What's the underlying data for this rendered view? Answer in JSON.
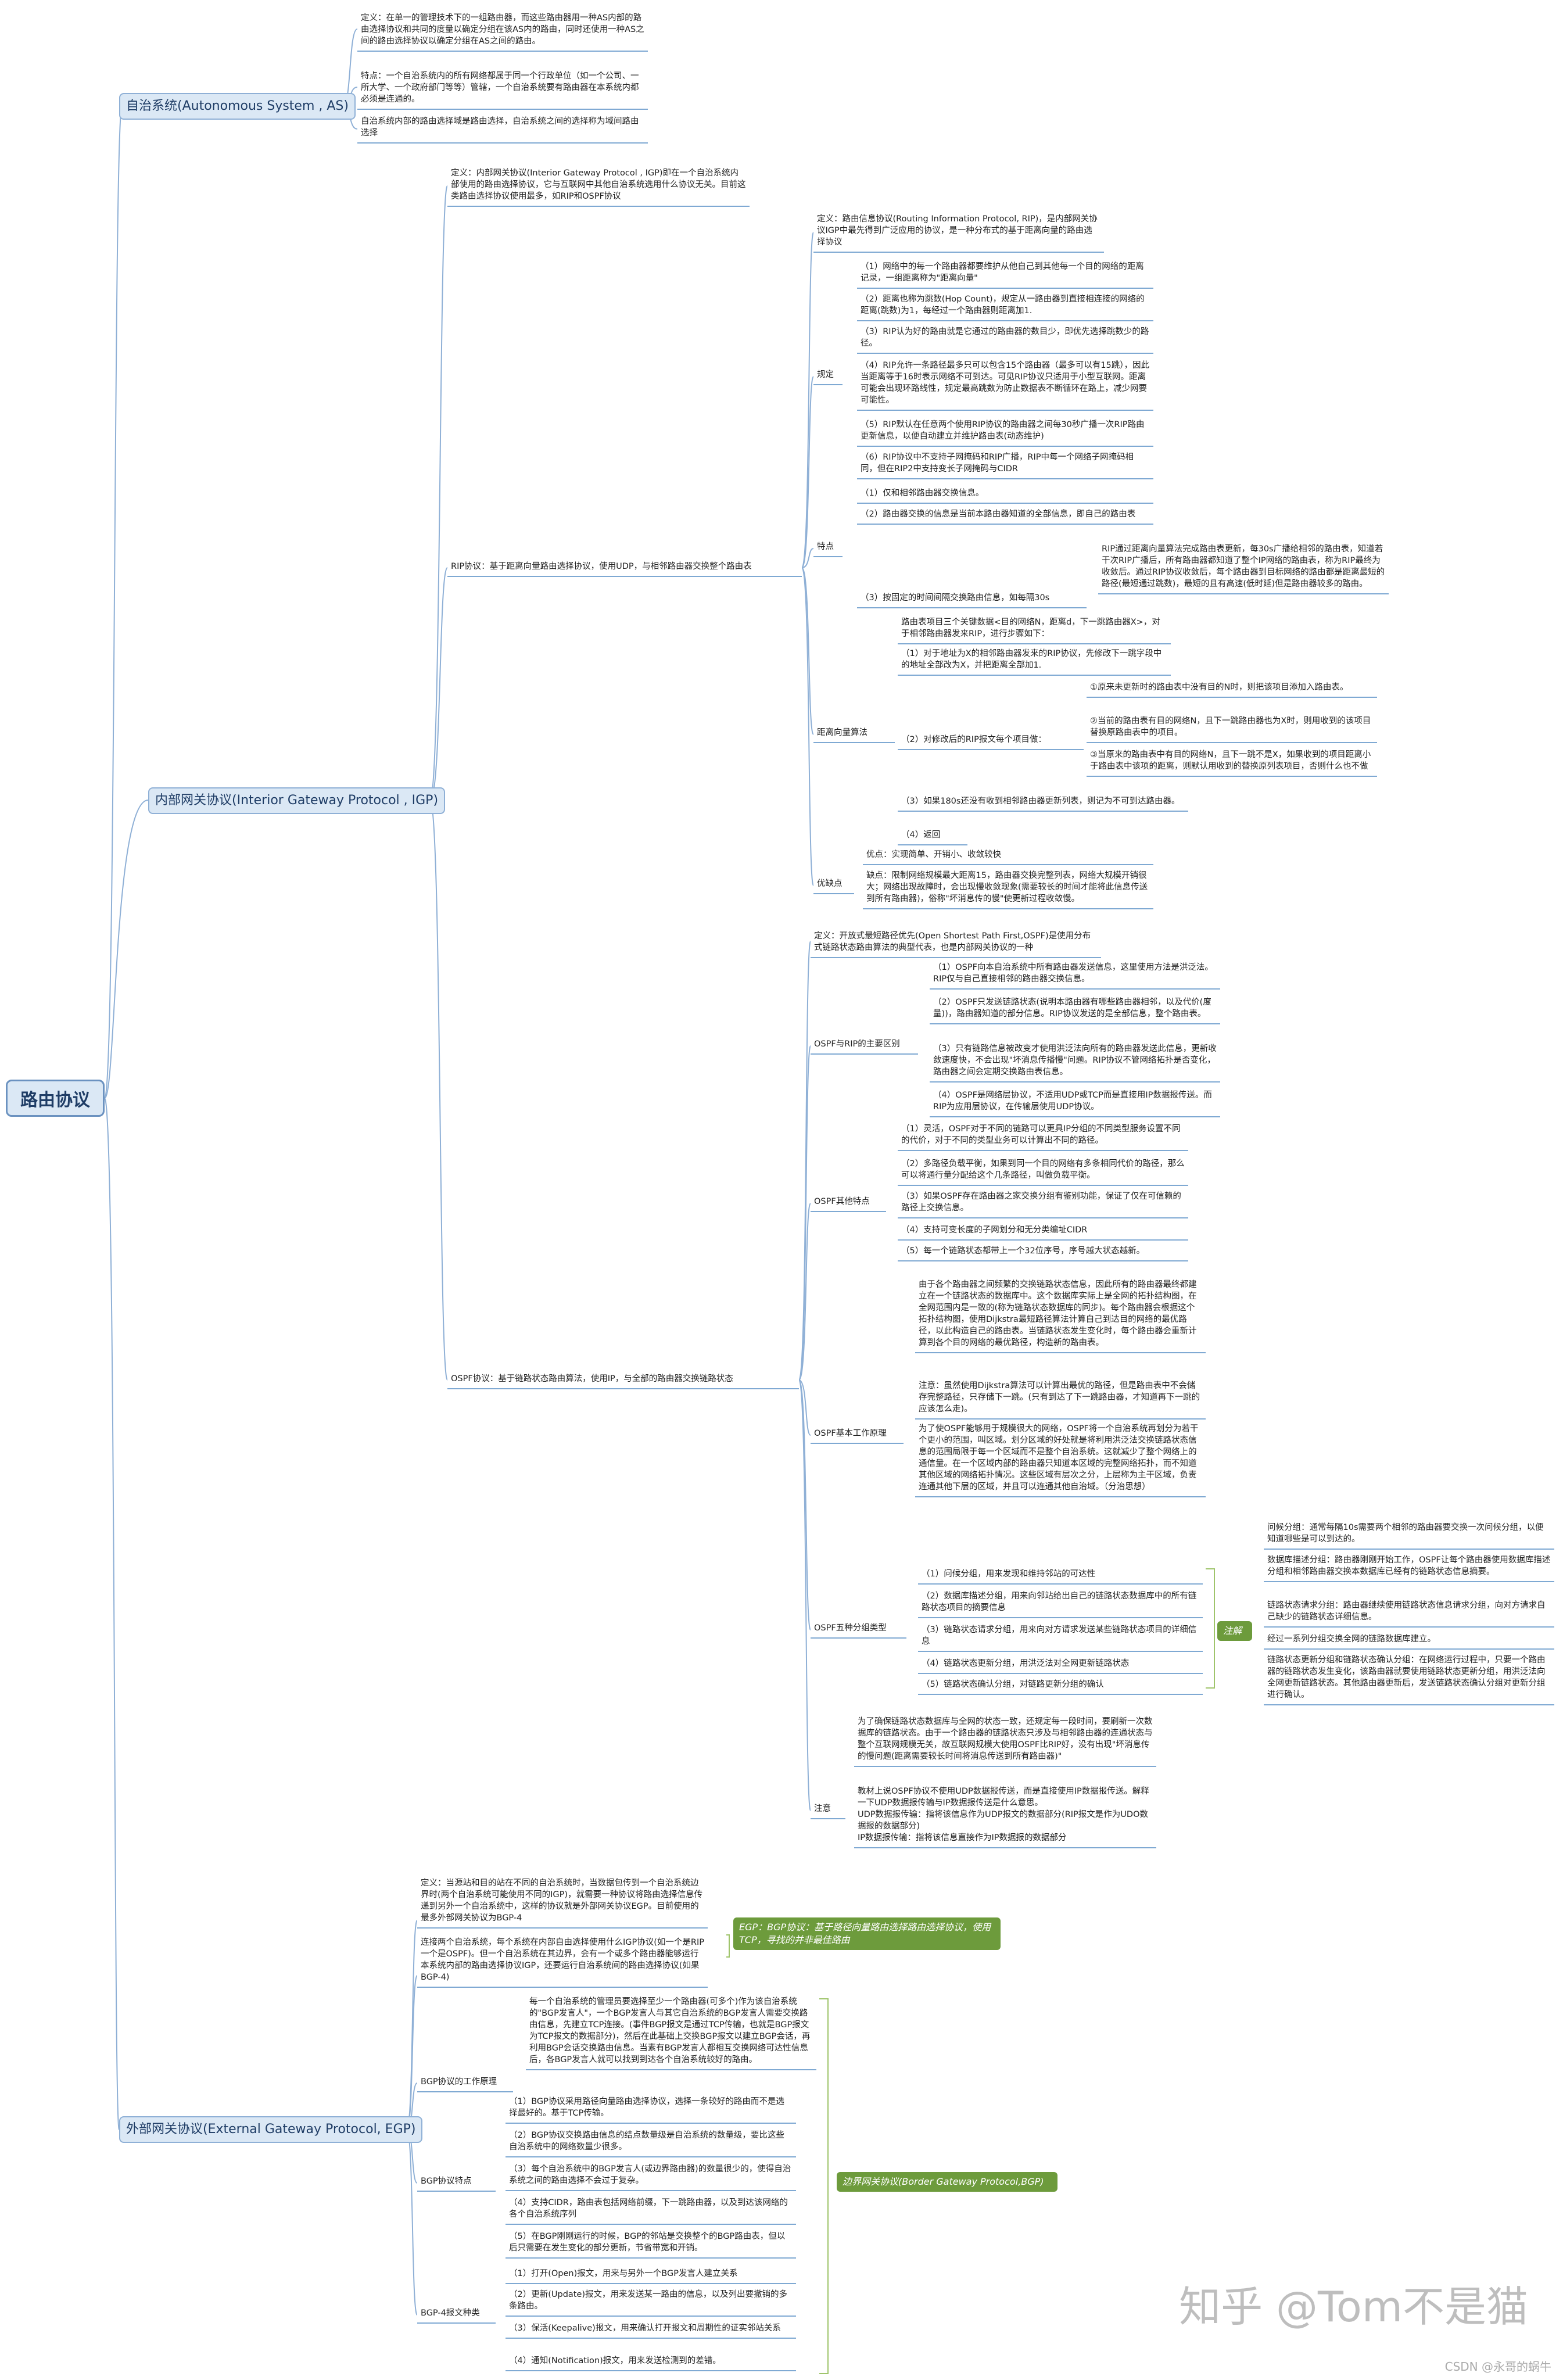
{
  "root": "路由协议",
  "as": {
    "title": "自治系统(Autonomous System , AS)",
    "def": "定义：在单一的管理技术下的一组路由器，而这些路由器用一种AS内部的路由选择协议和共同的度量以确定分组在该AS内的路由，同时还使用一种AS之间的路由选择协议以确定分组在AS之间的路由。",
    "feature": "特点：一个自治系统内的所有网络都属于同一个行政单位（如一个公司、一所大学、一个政府部门等等）管辖，一个自治系统要有路由器在本系统内都必须是连通的。",
    "split": "自治系统内部的路由选择域是路由选择，自治系统之间的选择称为域间路由选择"
  },
  "igp": {
    "title": "内部网关协议(Interior Gateway Protocol , IGP)",
    "def": "定义：内部网关协议(Interior Gateway Protocol , IGP)即在一个自治系统内部使用的路由选择协议，它与互联网中其他自治系统选用什么协议无关。目前这类路由选择协议使用最多，如RIP和OSPF协议",
    "rip": {
      "title": "RIP协议：基于距离向量路由选择协议，使用UDP，与相邻路由器交换整个路由表",
      "def": "定义：路由信息协议(Routing Information Protocol, RIP)，是内部网关协议IGP中最先得到广泛应用的协议，是一种分布式的基于距离向量的路由选择协议",
      "rules_label": "规定",
      "rules": [
        "（1）网络中的每一个路由器都要维护从他自己到其他每一个目的网络的距离记录，一组距离称为\"距离向量\"",
        "（2）距离也称为跳数(Hop Count)，规定从一路由器到直接相连接的网络的距离(跳数)为1，每经过一个路由器则距离加1.",
        "（3）RIP认为好的路由就是它通过的路由器的数目少，即优先选择跳数少的路径。",
        "（4）RIP允许一条路径最多只可以包含15个路由器（最多可以有15跳），因此当距离等于16时表示网络不可到达。可见RIP协议只适用于小型互联网。距离可能会出现环路线性，规定最高跳数为防止数据表不断循环在路上，减少网要可能性。",
        "（5）RIP默认在任意两个使用RIP协议的路由器之间每30秒广播一次RIP路由更新信息，以便自动建立并维护路由表(动态维护)",
        "（6）RIP协议中不支持子网掩码和RIP广播，RIP中每一个网络子网掩码相同，但在RIP2中支持变长子网掩码与CIDR"
      ],
      "features_label": "特点",
      "features": [
        "（1）仅和相邻路由器交换信息。",
        "（2）路由器交换的信息是当前本路由器知道的全部信息，即自己的路由表",
        "（3）按固定的时间间隔交换路由信息，如每隔30s"
      ],
      "features_note": "RIP通过距离向量算法完成路由表更新，每30s广播给相邻的路由表，知道若干次RIP广播后，所有路由器都知道了整个IP网络的路由表，称为RIP最终为收敛后。通过RIP协议收敛后，每个路由器到目标网络的路由都是距离最短的路径(最短通过跳数)，最短的且有高速(低时延)但是路由器较多的路由。",
      "algo_label": "距离向量算法",
      "algo_head": "路由表项目三个关键数据<目的网络N，距离d，下一跳路由器X>，对于相邻路由器发来RIP，进行步骤如下：",
      "algo_steps": [
        "（1）对于地址为X的相邻路由器发来的RIP协议，先修改下一跳字段中的地址全部改为X，并把距离全部加1.",
        "（2）对修改后的RIP报文每个项目做：",
        "（3）如果180s还没有收到相邻路由器更新列表，则记为不可到达路由器。",
        "（4）返回"
      ],
      "algo_sub": [
        "①原来未更新时的路由表中没有目的N时，则把该项目添加入路由表。",
        "②当前的路由表有目的网络N，且下一跳路由器也为X时，则用收到的该项目替换原路由表中的项目。",
        "③当原来的路由表中有目的网络N，且下一跳不是X，如果收到的项目距离小于路由表中该项的距离，则默认用收到的替换原列表项目，否则什么也不做"
      ],
      "pros_label": "优缺点",
      "pros": "优点：实现简单、开销小、收敛较快",
      "cons": "缺点：限制网络规模最大距离15，路由器交换完整列表，网络大规模开销很大；网络出现故障时，会出现慢收敛现象(需要较长的时间才能将此信息传送到所有路由器)，俗称\"坏消息传的慢\"使更新过程收敛慢。"
    },
    "ospf": {
      "title": "OSPF协议：基于链路状态路由算法，使用IP，与全部的路由器交换链路状态",
      "def": "定义：开放式最短路径优先(Open Shortest Path First,OSPF)是使用分布式链路状态路由算法的典型代表，也是内部网关协议的一种",
      "diff_label": "OSPF与RIP的主要区别",
      "diff": [
        "（1）OSPF向本自治系统中所有路由器发送信息，这里使用方法是洪泛法。RIP仅与自己直接相邻的路由器交换信息。",
        "（2）OSPF只发送链路状态(说明本路由器有哪些路由器相邻，以及代价(度量))，路由器知道的部分信息。RIP协议发送的是全部信息，整个路由表。",
        "（3）只有链路信息被改变才使用洪泛法向所有的路由器发送此信息，更新收敛速度快，不会出现\"坏消息传播慢\"问题。RIP协议不管网络拓扑是否变化，路由器之间会定期交换路由表信息。",
        "（4）OSPF是网络层协议，不适用UDP或TCP而是直接用IP数据报传送。而RIP为应用层协议，在传输层使用UDP协议。"
      ],
      "other_label": "OSPF其他特点",
      "other": [
        "（1）灵活，OSPF对于不同的链路可以更具IP分组的不同类型服务设置不同的代价，对于不同的类型业务可以计算出不同的路径。",
        "（2）多路径负载平衡，如果到同一个目的网络有多条相同代价的路径，那么可以将通行量分配给这个几条路径，叫做负载平衡。",
        "（3）如果OSPF存在路由器之家交换分组有鉴别功能，保证了仅在可信赖的路径上交换信息。",
        "（4）支持可变长度的子网划分和无分类编址CIDR",
        "（5）每一个链路状态都带上一个32位序号，序号越大状态越新。"
      ],
      "work_label": "OSPF基本工作原理",
      "work": [
        "由于各个路由器之间频繁的交换链路状态信息，因此所有的路由器最终都建立在一个链路状态的数据库中。这个数据库实际上是全网的拓扑结构图，在全网范围内是一致的(称为链路状态数据库的同步)。每个路由器会根据这个拓扑结构图，使用Dijkstra最短路径算法计算自己到达目的网络的最优路径，以此构造自己的路由表。当链路状态发生变化时，每个路由器会重新计算到各个目的网络的最优路径，构造新的路由表。",
        "注意：虽然使用Dijkstra算法可以计算出最优的路径，但是路由表中不会储存完整路径，只存储下一跳。(只有到达了下一跳路由器，才知道再下一跳的应该怎么走)。",
        "为了使OSPF能够用于规模很大的网络，OSPF将一个自治系统再划分为若干个更小的范围，叫区域。划分区域的好处就是将利用洪泛法交换链路状态信息的范围局限于每一个区域而不是整个自治系统。这就减少了整个网络上的通信量。在一个区域内部的路由器只知道本区域的完整网络拓扑，而不知道其他区域的网络拓扑情况。这些区域有层次之分，上层称为主干区域，负责连通其他下层的区域，并且可以连通其他自治域。（分治思想）"
      ],
      "packets_label": "OSPF五种分组类型",
      "packets": [
        "（1）问候分组，用来发现和维持邻站的可达性",
        "（2）数据库描述分组，用来向邻站给出自己的链路状态数据库中的所有链路状态项目的摘要信息",
        "（3）链路状态请求分组，用来向对方请求发送某些链路状态项目的详细信息",
        "（4）链路状态更新分组，用洪泛法对全网更新链路状态",
        "（5）链路状态确认分组，对链路更新分组的确认"
      ],
      "packets_note_label": "注解",
      "packets_notes": [
        "问候分组：通常每隔10s需要两个相邻的路由器要交换一次问候分组，以便知道哪些是可以到达的。",
        "数据库描述分组：路由器刚刚开始工作，OSPF让每个路由器使用数据库描述分组和相邻路由器交换本数据库已经有的链路状态信息摘要。",
        "链路状态请求分组：路由器继续使用链路状态信息请求分组，向对方请求自己缺少的链路状态详细信息。",
        "经过一系列分组交换全网的链路数据库建立。",
        "链路状态更新分组和链路状态确认分组：在网络运行过程中，只要一个路由器的链路状态发生变化，该路由器就要使用链路状态更新分组，用洪泛法向全网更新链路状态。其他路由器更新后，发送链路状态确认分组对更新分组进行确认。"
      ],
      "attn_label": "注意",
      "attn": [
        "为了确保链路状态数据库与全网的状态一致，还规定每一段时间，要刷新一次数据库的链路状态。由于一个路由器的链路状态只涉及与相邻路由器的连通状态与整个互联网规模无关，故互联网规模大使用OSPF比RIP好，没有出现\"坏消息传的慢问题(距离需要较长时间将消息传送到所有路由器)\"",
        "教材上说OSPF协议不使用UDP数据报传送，而是直接使用IP数据报传送。解释一下UDP数据报传输与IP数据报传送是什么意思。\nUDP数据报传输：指将该信息作为UDP报文的数据部分(RIP报文是作为UDO数据报的数据部分)\nIP数据报传输：指将该信息直接作为IP数据报的数据部分"
      ]
    }
  },
  "egp": {
    "title": "外部网关协议(External Gateway Protocol, EGP)",
    "def": "定义：当源站和目的站在不同的自治系统时，当数据包传到一个自治系统边界时(两个自治系统可能使用不同的IGP)，就需要一种协议将路由选择信息传递到另外一个自治系统中，这样的协议就是外部网关协议EGP。目前使用的最多外部网关协议为BGP-4",
    "conn": "连接两个自治系统，每个系统在内部自由选择使用什么IGP协议(如一个是RIP一个是OSPF)。但一个自治系统在其边界，会有一个或多个路由器能够运行本系统内部的路由选择协议IGP，还要运行自治系统间的路由选择协议(如果BGP-4)",
    "egp_note": "EGP：BGP协议：基于路径向量路由选择路由选择协议，使用TCP，寻找的并非最佳路由",
    "bgp_note": "边界网关协议(Border Gateway Protocol,BGP)",
    "work_label": "BGP协议的工作原理",
    "work": "每一个自治系统的管理员要选择至少一个路由器(可多个)作为该自治系统的\"BGP发言人\"，一个BGP发言人与其它自治系统的BGP发言人需要交换路由信息，先建立TCP连接。(事件BGP报文是通过TCP传输，也就是BGP报文为TCP报文的数据部分)，然后在此基础上交换BGP报文以建立BGP会话，再利用BGP会话交换路由信息。当素有BGP发言人都相互交换网络可达性信息后，各BGP发言人就可以找到到达各个自治系统较好的路由。",
    "feat_label": "BGP协议特点",
    "feat": [
      "（1）BGP协议采用路径向量路由选择协议，选择一条较好的路由而不是选择最好的。基于TCP传输。",
      "（2）BGP协议交换路由信息的结点数量级是自治系统的数量级，要比这些自治系统中的网络数量少很多。",
      "（3）每个自治系统中的BGP发言人(或边界路由器)的数量很少的，使得自治系统之间的路由选择不会过于复杂。",
      "（4）支持CIDR，路由表包括网络前缀，下一跳路由器，以及到达该网络的各个自治系统序列",
      "（5）在BGP刚刚运行的时候，BGP的邻站是交换整个的BGP路由表，但以后只需要在发生变化的部分更新，节省带宽和开销。"
    ],
    "msg_label": "BGP-4报文种类",
    "msg": [
      "（1）打开(Open)报文，用来与另外一个BGP发言人建立关系",
      "（2）更新(Update)报文，用来发送某一路由的信息，以及列出要撤销的多条路由。",
      "（3）保活(Keepalive)报文，用来确认打开报文和周期性的证实邻站关系",
      "（4）通知(Notification)报文，用来发送检测到的差错。"
    ]
  },
  "watermark": "知乎 @Tom不是猫",
  "footer": "CSDN @永哥的蜗牛"
}
